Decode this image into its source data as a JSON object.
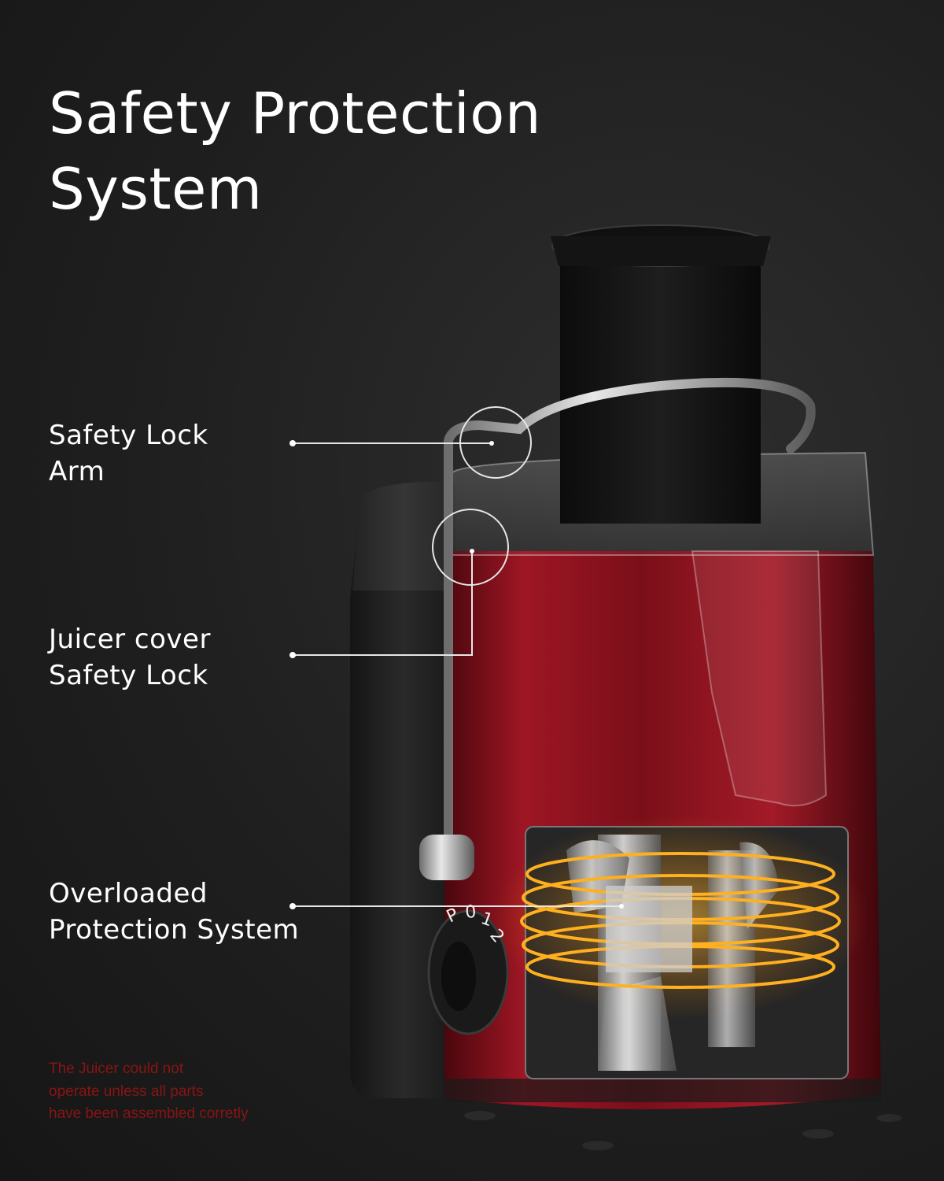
{
  "heading": {
    "line1": "Safety Protection",
    "line2": "System"
  },
  "callouts": [
    {
      "line1": "Safety Lock",
      "line2": "Arm"
    },
    {
      "line1": "Juicer cover",
      "line2": "Safety Lock"
    },
    {
      "line1": "Overloaded",
      "line2": "Protection System"
    }
  ],
  "note": {
    "line1": "The Juicer could not",
    "line2": "operate unless all parts",
    "line3": "have been assembled corretly"
  },
  "dial": {
    "labels": [
      "P",
      "0",
      "1",
      "2"
    ]
  },
  "colors": {
    "background": "#1f1f1f",
    "body_red": "#8e1420",
    "chute_black": "#151515",
    "glow_orange": "#ffb020",
    "note_red": "#8a1414",
    "text": "#ffffff"
  }
}
